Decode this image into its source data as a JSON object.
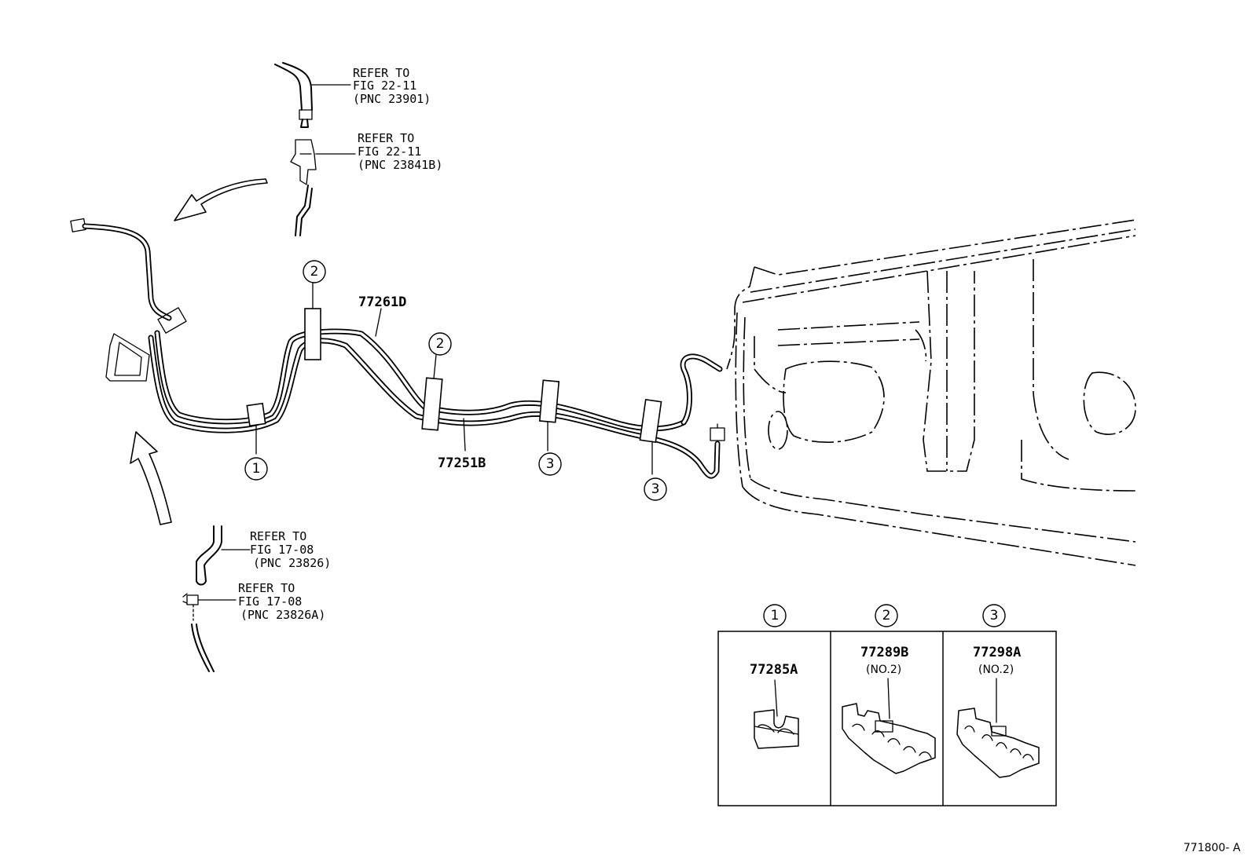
{
  "refs": [
    {
      "line1": "REFER TO",
      "line2": "FIG 22-11",
      "line3": "(PNC 23901)"
    },
    {
      "line1": "REFER TO",
      "line2": "FIG 22-11",
      "line3": "(PNC 23841B)"
    },
    {
      "line1": "REFER TO",
      "line2": "FIG 17-08",
      "line3": "(PNC 23826)"
    },
    {
      "line1": "REFER TO",
      "line2": "FIG 17-08",
      "line3": "(PNC 23826A)"
    }
  ],
  "parts": {
    "tube_upper": "77261D",
    "tube_lower": "77251B"
  },
  "callouts": {
    "c1": "1",
    "c2": "2",
    "c3": "3"
  },
  "legend": {
    "items": [
      {
        "index": "1",
        "part_number": "77285A",
        "note": ""
      },
      {
        "index": "2",
        "part_number": "77289B",
        "note": "(NO.2)"
      },
      {
        "index": "3",
        "part_number": "77298A",
        "note": "(NO.2)"
      }
    ]
  },
  "figure_id": "771800- A"
}
